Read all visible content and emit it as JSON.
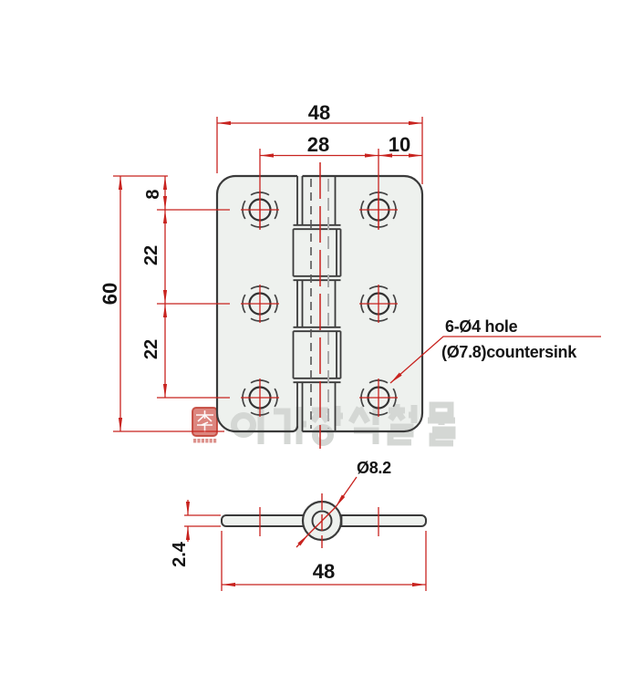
{
  "drawing": {
    "title_hint": "hinge technical drawing",
    "colors": {
      "dimension_red": "#c8231f",
      "outline": "#3a3a3a",
      "plate_fill": "#eef1ee",
      "watermark_gray": "#d4d7d4",
      "stamp_red": "#c0392f"
    },
    "top_view": {
      "dim_total_width": "48",
      "dim_hole_span": "28",
      "dim_edge_offset": "10",
      "dim_total_height": "60",
      "dim_top_margin": "8",
      "dim_row_gap_1": "22",
      "dim_row_gap_2": "22",
      "hole_note_line1": "6-Ø4 hole",
      "hole_note_line2": "(Ø7.8)countersink"
    },
    "side_view": {
      "dim_knuckle_diameter": "Ø8.2",
      "dim_thickness": "2.4",
      "dim_total_width": "48"
    },
    "watermark": {
      "text": "이가장식철물",
      "stamp_char": "李"
    }
  }
}
